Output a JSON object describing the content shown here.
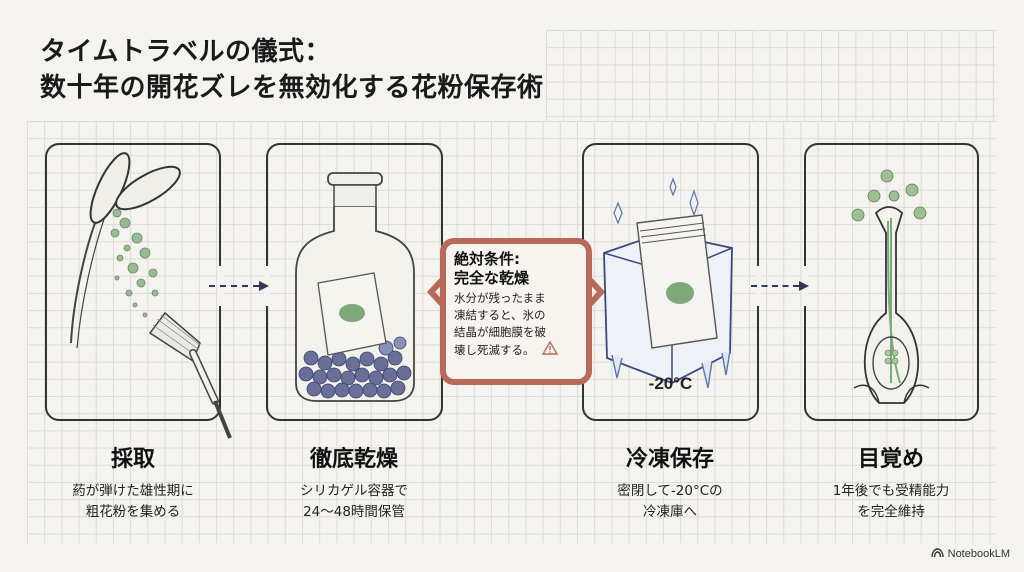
{
  "title": {
    "line1": "タイムトラベルの儀式：",
    "line2": "数十年の開花ズレを無効化する花粉保存術"
  },
  "steps": [
    {
      "title": "採取",
      "desc_line1": "葯が弾けた雄性期に",
      "desc_line2": "粗花粉を集める",
      "icon": "anther-brush-icon"
    },
    {
      "title": "徹底乾燥",
      "desc_line1": "シリカゲル容器で",
      "desc_line2": "24〜48時間保管",
      "icon": "silica-jar-icon"
    },
    {
      "title": "冷凍保存",
      "desc_line1": "密閉して-20°Cの",
      "desc_line2": "冷凍庫へ",
      "icon": "ice-cube-bag-icon",
      "panel_label": "-20°C"
    },
    {
      "title": "目覚め",
      "desc_line1": "1年後でも受精能力",
      "desc_line2": "を完全維持",
      "icon": "pistil-pollination-icon"
    }
  ],
  "callout": {
    "title_line1": "絶対条件:",
    "title_line2": "完全な乾燥",
    "body_line1": "水分が残ったまま",
    "body_line2": "凍結すると、氷の",
    "body_line3": "結晶が細胞膜を破",
    "body_line4": "壊し死滅する。",
    "icon": "warning-icon"
  },
  "colors": {
    "background": "#f4f3ef",
    "grid": "#dcdbd5",
    "callout_border": "#b86a58",
    "arrow": "#2e3a55",
    "pollen_green": "#7fa878",
    "silica_blue": "#5a5f8a",
    "ice_blue": "#8aa6d6"
  },
  "brand": {
    "label": "NotebookLM"
  }
}
